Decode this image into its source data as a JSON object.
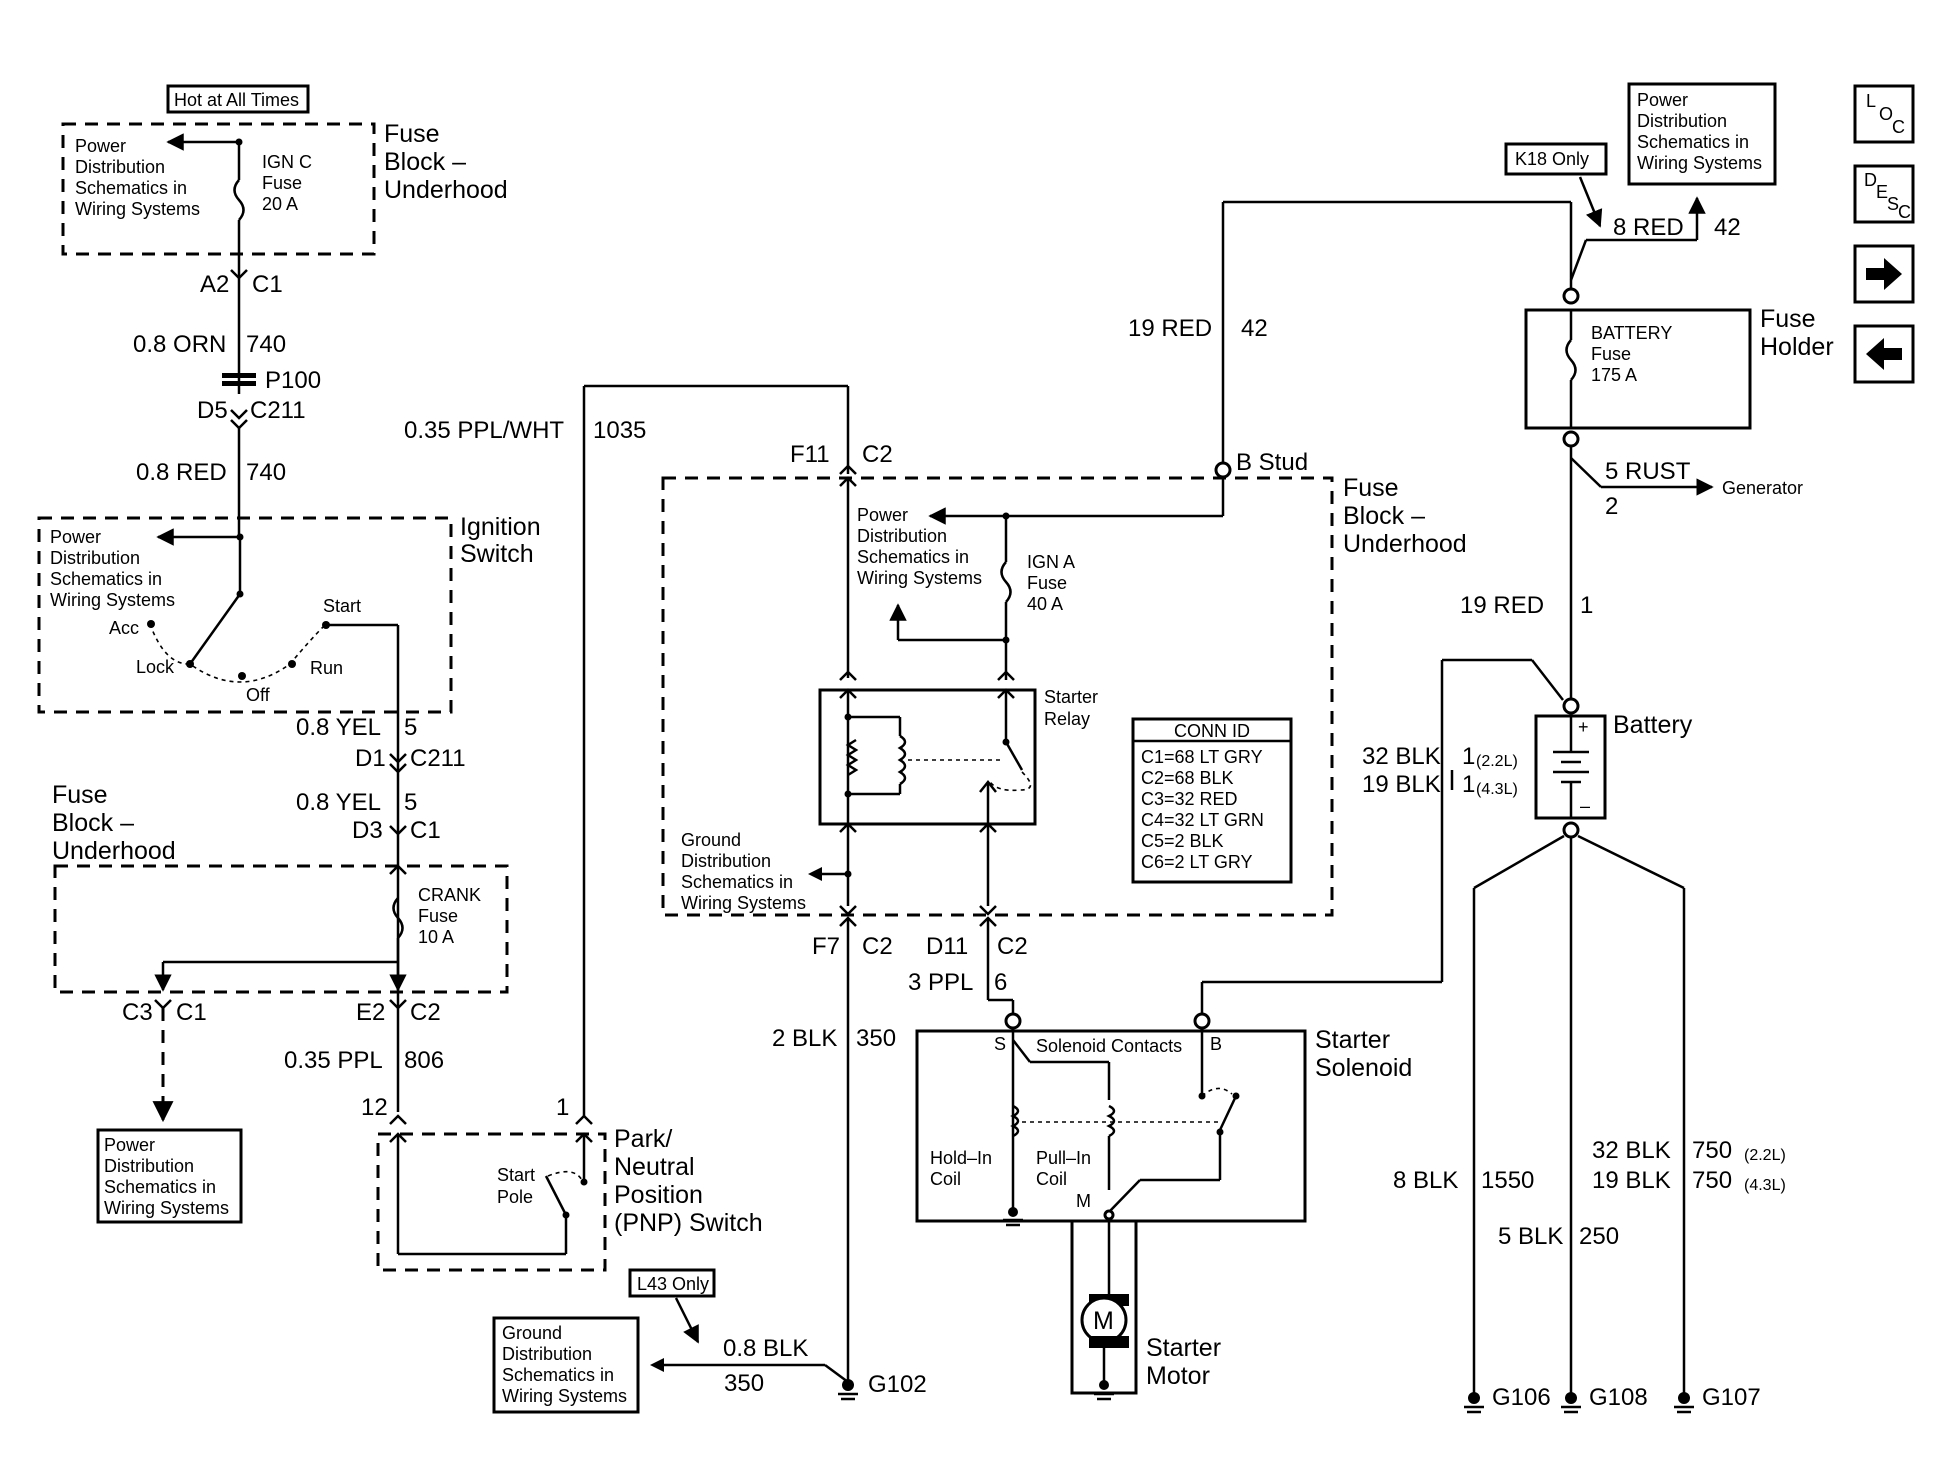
{
  "nav": {
    "loc": "LOC",
    "desc": "DESC",
    "loc_chars": [
      "L",
      "O",
      "C"
    ],
    "desc_chars": [
      "D",
      "E",
      "S",
      "C"
    ],
    "next_icon": "arrow-right-icon",
    "prev_icon": "arrow-left-icon"
  },
  "labels": {
    "hot_at_all_times": "Hot at All Times",
    "k18_only": "K18 Only",
    "l43_only": "L43 Only",
    "power_dist": [
      "Power",
      "Distribution",
      "Schematics in",
      "Wiring Systems"
    ],
    "ground_dist": [
      "Ground",
      "Distribution",
      "Schematics in",
      "Wiring Systems"
    ],
    "fuse_block_underhood": [
      "Fuse",
      "Block –",
      "Underhood"
    ],
    "fuse_holder": [
      "Fuse",
      "Holder"
    ],
    "ignition_switch": [
      "Ignition",
      "Switch"
    ],
    "pnp_switch": [
      "Park/",
      "Neutral",
      "Position",
      "(PNP) Switch"
    ],
    "starter_relay": [
      "Starter",
      "Relay"
    ],
    "starter_solenoid": [
      "Starter",
      "Solenoid"
    ],
    "starter_motor": [
      "Starter",
      "Motor"
    ],
    "battery": "Battery",
    "generator": "Generator",
    "b_stud": "B Stud",
    "solenoid_contacts": "Solenoid Contacts",
    "hold_in_coil": [
      "Hold–In",
      "Coil"
    ],
    "pull_in_coil": [
      "Pull–In",
      "Coil"
    ],
    "motor_symbol": "M",
    "solenoid_s": "S",
    "solenoid_b": "B",
    "solenoid_m": "M",
    "battery_plus": "+",
    "battery_minus": "–",
    "start_pole": [
      "Start",
      "Pole"
    ],
    "switch_positions": {
      "acc": "Acc",
      "lock": "Lock",
      "off": "Off",
      "run": "Run",
      "start": "Start"
    }
  },
  "fuses": {
    "ign_c": [
      "IGN C",
      "Fuse",
      "20 A"
    ],
    "crank": [
      "CRANK",
      "Fuse",
      "10 A"
    ],
    "ign_a": [
      "IGN A",
      "Fuse",
      "40 A"
    ],
    "battery": [
      "BATTERY",
      "Fuse",
      "175 A"
    ]
  },
  "connectors": {
    "a2": "A2",
    "c1_top": "C1",
    "p100": "P100",
    "d5": "D5",
    "c211_top": "C211",
    "d1": "D1",
    "c211_mid": "C211",
    "d3": "D3",
    "c1_mid": "C1",
    "c3": "C3",
    "c1_low": "C1",
    "e2": "E2",
    "c2_low": "C2",
    "pnp_12": "12",
    "pnp_1": "1",
    "f11": "F11",
    "c2_f11": "C2",
    "f7": "F7",
    "c2_f7": "C2",
    "d11": "D11",
    "c2_d11": "C2"
  },
  "wires": {
    "w_orn": {
      "size": "0.8 ORN",
      "circuit": "740"
    },
    "w_red740": {
      "size": "0.8 RED",
      "circuit": "740"
    },
    "w_yel1": {
      "size": "0.8 YEL",
      "circuit": "5"
    },
    "w_yel2": {
      "size": "0.8 YEL",
      "circuit": "5"
    },
    "w_ppl806": {
      "size": "0.35 PPL",
      "circuit": "806"
    },
    "w_pplwht": {
      "size": "0.35 PPL/WHT",
      "circuit": "1035"
    },
    "w_red42a": {
      "size": "19 RED",
      "circuit": "42"
    },
    "w_red42b": {
      "size": "8 RED",
      "circuit": "42"
    },
    "w_rust": {
      "size": "5 RUST",
      "circuit": "2"
    },
    "w_red1": {
      "size": "19 RED",
      "circuit": "1"
    },
    "w_blk32": {
      "size": "32 BLK",
      "circuit": "1",
      "note": "(2.2L)"
    },
    "w_blk19": {
      "size": "19 BLK",
      "circuit": "1",
      "note": "(4.3L)"
    },
    "w_ppl6": {
      "size": "3 PPL",
      "circuit": "6"
    },
    "w_blk350a": {
      "size": "2 BLK",
      "circuit": "350"
    },
    "w_blk350b": {
      "size": "0.8 BLK",
      "circuit": "350"
    },
    "w_blk1550": {
      "size": "8 BLK",
      "circuit": "1550"
    },
    "w_blk250": {
      "size": "5 BLK",
      "circuit": "250"
    },
    "w_blk750a": {
      "size": "32 BLK",
      "circuit": "750",
      "note": "(2.2L)"
    },
    "w_blk750b": {
      "size": "19 BLK",
      "circuit": "750",
      "note": "(4.3L)"
    }
  },
  "conn_id": {
    "title": "CONN ID",
    "rows": [
      "C1=68 LT GRY",
      "C2=68 BLK",
      "C3=32 RED",
      "C4=32 LT GRN",
      "C5=2 BLK",
      "C6=2 LT GRY"
    ]
  },
  "grounds": {
    "g102": "G102",
    "g106": "G106",
    "g108": "G108",
    "g107": "G107"
  }
}
